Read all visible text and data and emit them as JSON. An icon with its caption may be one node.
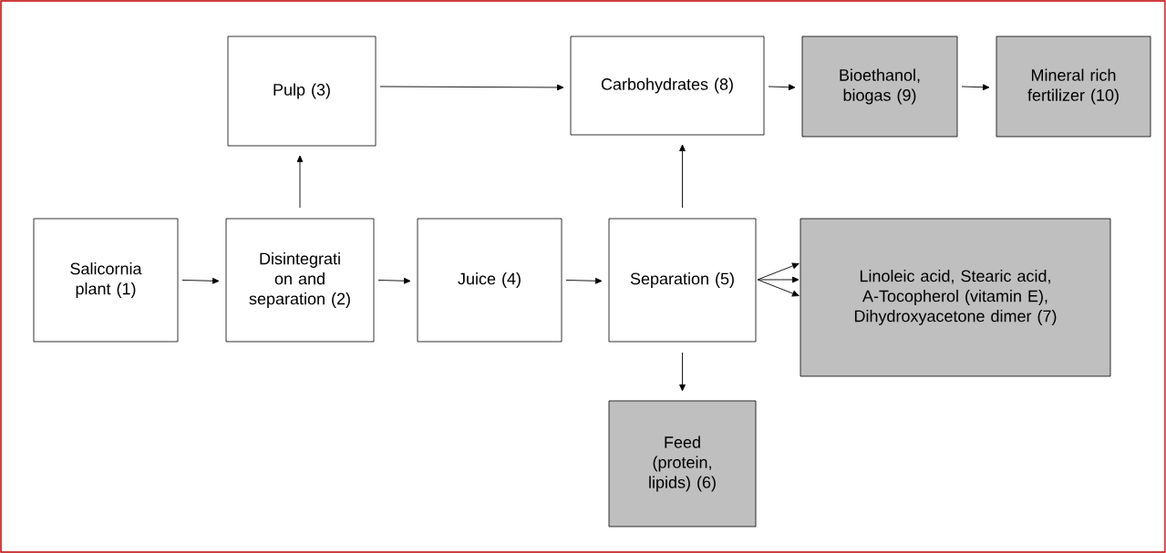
{
  "diagram": {
    "nodes": [
      {
        "text": [
          "Pulp (3)"
        ]
      },
      {
        "text": [
          "Carbohydrates (8)"
        ]
      },
      {
        "text": [
          "Bioethanol, biogas (9)"
        ]
      },
      {
        "text": [
          "Mineral rich fertilizer (10)"
        ]
      },
      {
        "text": [
          "Salicornia plant (1)"
        ]
      },
      {
        "text": [
          "Disintegrati on and separation (2)"
        ]
      },
      {
        "text": [
          "Juice (4)"
        ]
      },
      {
        "text": [
          "Separation (5)"
        ]
      },
      {
        "text": [
          "Linoleic acid, Stearic acid, A-Tocopherol (vitamin E), Dihydroxyacetone dimer (7)"
        ]
      },
      {
        "text": [
          "Feed (protein, lipids) (6)"
        ]
      }
    ],
    "edges": [
      {
        "from": 4,
        "to": 5,
        "arrow": "to"
      },
      {
        "from": 5,
        "to": 0,
        "arrow": "to"
      },
      {
        "from": 5,
        "to": 6,
        "arrow": "to"
      },
      {
        "from": 6,
        "to": 7,
        "arrow": "to"
      },
      {
        "from": 0,
        "to": 1,
        "arrow": "to"
      },
      {
        "from": 7,
        "to": 1,
        "arrow": "to"
      },
      {
        "from": 1,
        "to": 2,
        "arrow": "to"
      },
      {
        "from": 2,
        "to": 3,
        "arrow": "to"
      },
      {
        "from": 7,
        "to": 8,
        "arrow": "to"
      },
      {
        "from": 7,
        "to": 8,
        "arrow": "to"
      },
      {
        "from": 7,
        "to": 8,
        "arrow": "to"
      },
      {
        "from": 7,
        "to": 9,
        "arrow": "to"
      }
    ]
  }
}
